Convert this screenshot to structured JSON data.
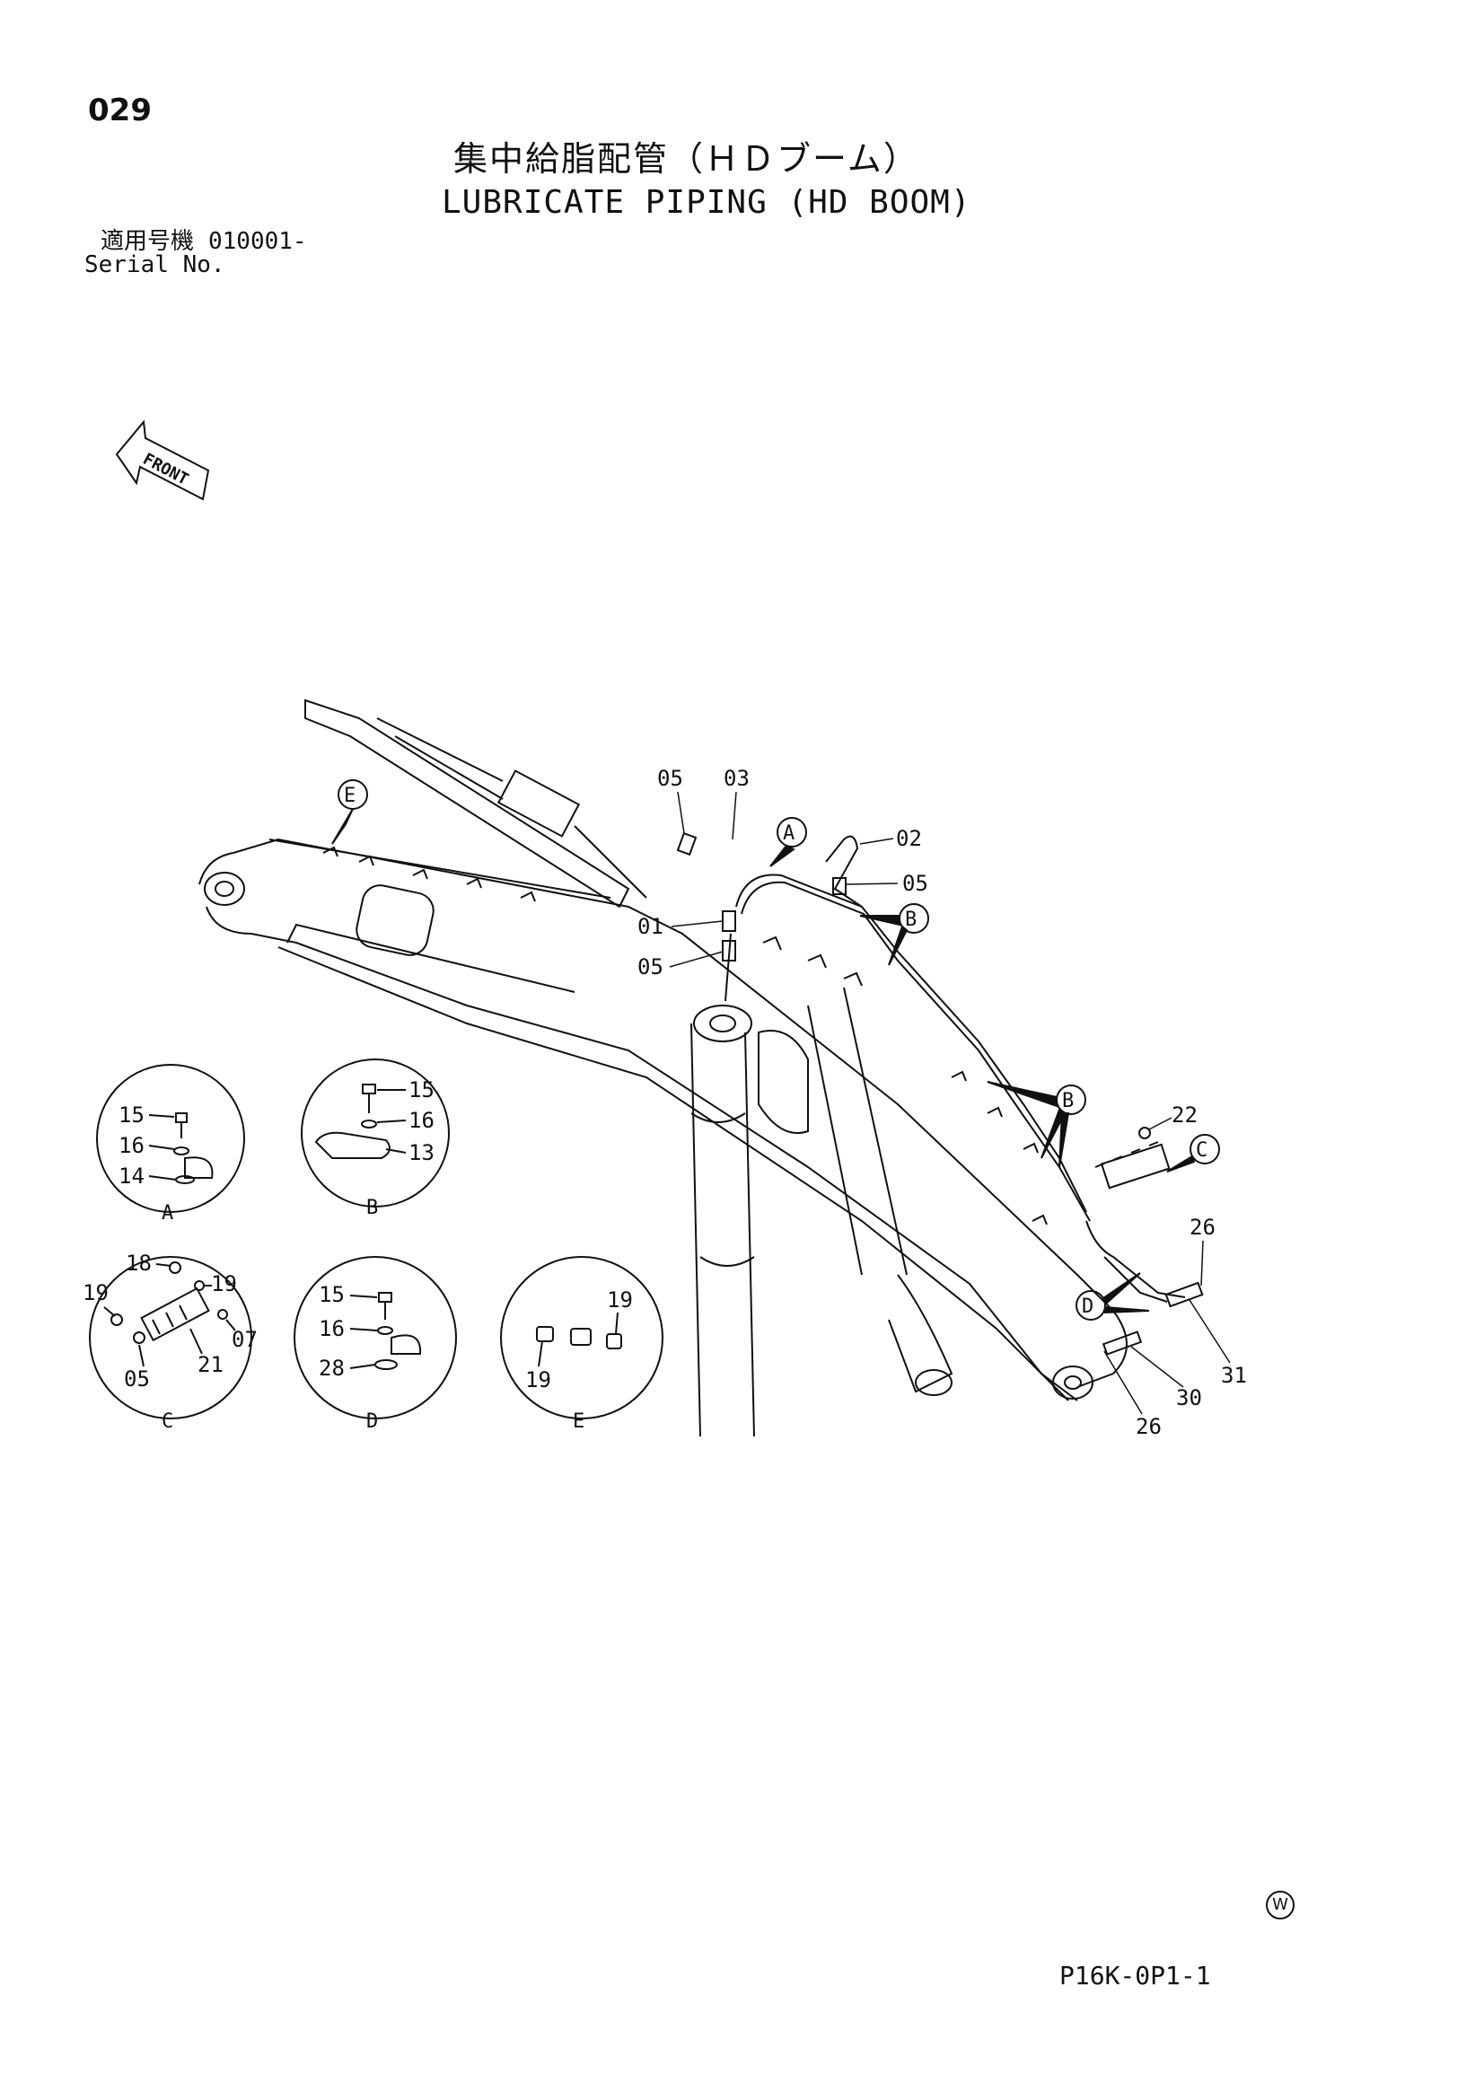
{
  "page_number": "029",
  "title_jp": "集中給脂配管（ＨＤブーム）",
  "title_en": "LUBRICATE PIPING (HD BOOM)",
  "serial": {
    "label_jp": "適用号機",
    "value": "010001-",
    "label_en": "Serial No."
  },
  "front_label": "FRONT",
  "callouts": {
    "main": [
      "05",
      "03",
      "02",
      "05",
      "01",
      "05",
      "22",
      "26",
      "31",
      "30",
      "26"
    ],
    "view_letters": [
      "E",
      "A",
      "B",
      "B",
      "C",
      "D"
    ]
  },
  "details": [
    {
      "letter": "A",
      "labels": [
        "15",
        "16",
        "14"
      ]
    },
    {
      "letter": "B",
      "labels": [
        "15",
        "16",
        "13"
      ]
    },
    {
      "letter": "C",
      "labels": [
        "18",
        "19",
        "19",
        "07",
        "05",
        "21"
      ]
    },
    {
      "letter": "D",
      "labels": [
        "15",
        "16",
        "28"
      ]
    },
    {
      "letter": "E",
      "labels": [
        "19",
        "19"
      ]
    }
  ],
  "document_code": "P16K-0P1-1",
  "watermark_symbol": "W"
}
